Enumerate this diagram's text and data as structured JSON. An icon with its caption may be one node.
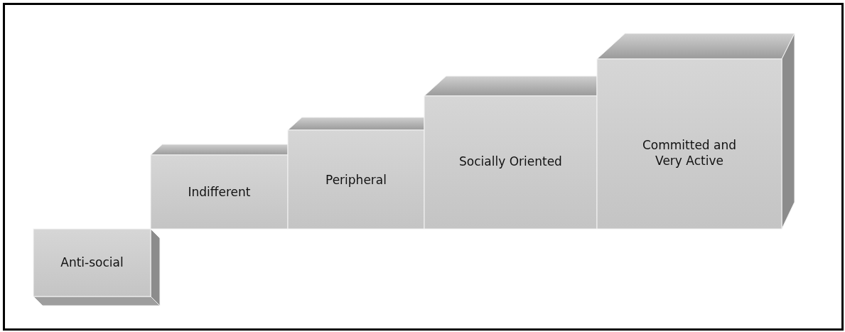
{
  "diagram": {
    "nodes": [
      {
        "text": [
          "Anti-social"
        ]
      },
      {
        "text": [
          "Indifferent"
        ]
      },
      {
        "text": [
          "Peripheral"
        ]
      },
      {
        "text": [
          "Socially Oriented"
        ]
      },
      {
        "text": [
          "Committed and Very Active"
        ]
      }
    ]
  }
}
